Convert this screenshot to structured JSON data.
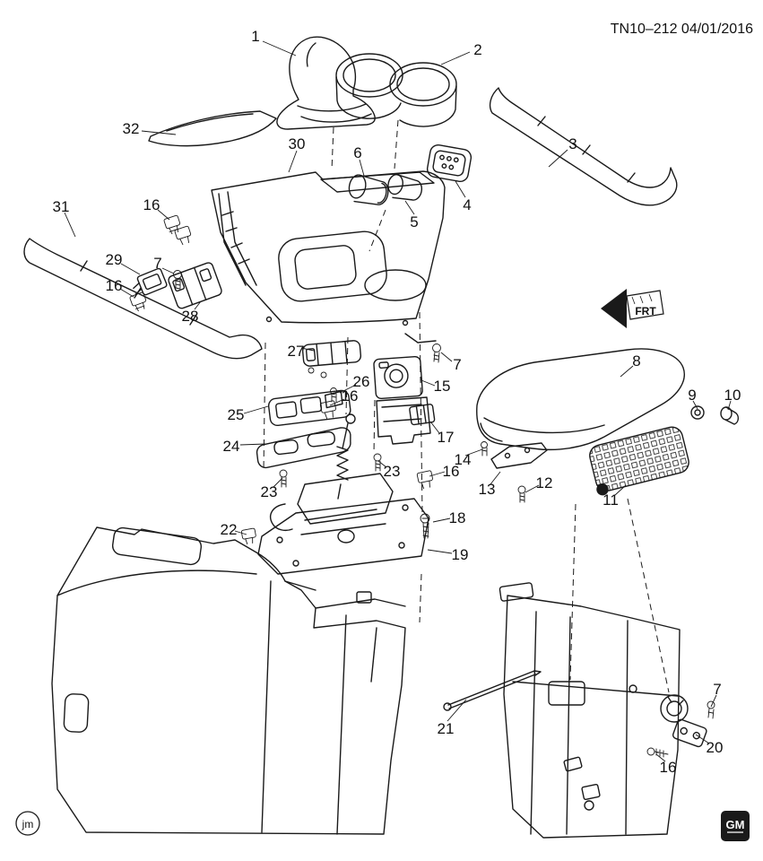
{
  "header": {
    "title": "TN10–212 04/01/2016"
  },
  "direction_indicator": {
    "label": "FRT"
  },
  "footer": {
    "initials": "jm",
    "brand": "GM"
  },
  "colors": {
    "line": "#1a1a1a",
    "background": "#ffffff"
  },
  "callouts": [
    "1",
    "2",
    "32",
    "30",
    "6",
    "3",
    "4",
    "5",
    "31",
    "16",
    "29",
    "7",
    "16",
    "28",
    "27",
    "7",
    "26",
    "16",
    "15",
    "25",
    "17",
    "24",
    "14",
    "23",
    "16",
    "13",
    "12",
    "8",
    "9",
    "10",
    "11",
    "23",
    "22",
    "18",
    "19",
    "21",
    "7",
    "20",
    "16"
  ]
}
